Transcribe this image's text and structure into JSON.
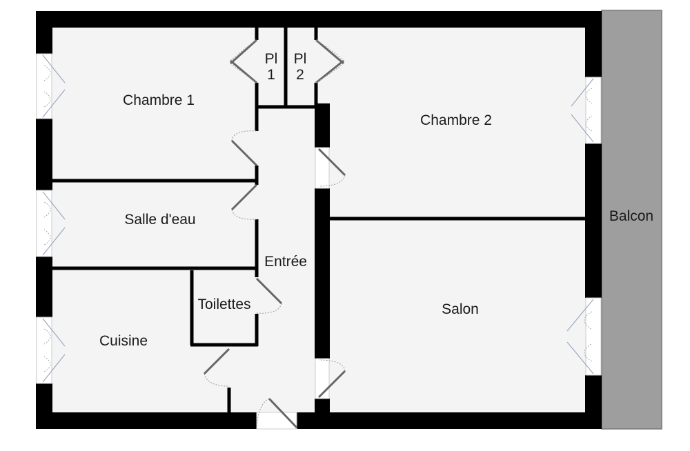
{
  "plan": {
    "rooms": {
      "chambre1": "Chambre 1",
      "chambre2": "Chambre 2",
      "salle_deau": "Salle d'eau",
      "entree": "Entrée",
      "toilettes": "Toilettes",
      "cuisine": "Cuisine",
      "salon": "Salon",
      "balcon": "Balcon"
    },
    "closets": {
      "pl1_line1": "Pl",
      "pl1_line2": "1",
      "pl2_line1": "Pl",
      "pl2_line2": "2"
    },
    "colors": {
      "floor": "#f4f4f4",
      "wall": "#000000",
      "balcony": "#9e9e9e"
    }
  }
}
